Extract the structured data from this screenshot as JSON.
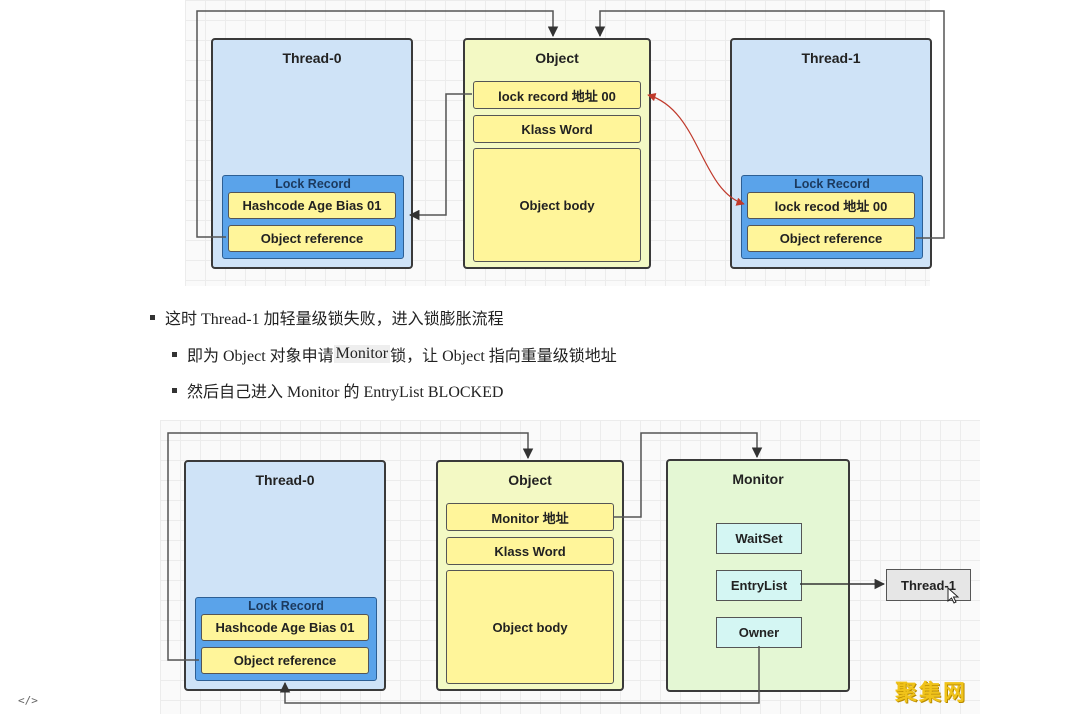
{
  "top_diagram": {
    "thread0": {
      "title": "Thread-0",
      "lock_record_title": "Lock Record",
      "field1": "Hashcode Age Bias 01",
      "field2": "Object reference"
    },
    "object": {
      "title": "Object",
      "field1": "lock  record 地址 00",
      "field2": "Klass Word",
      "body": "Object body"
    },
    "thread1": {
      "title": "Thread-1",
      "lock_record_title": "Lock Record",
      "field1": "lock recod 地址 00",
      "field2": "Object reference"
    }
  },
  "bullets": {
    "b1": "这时 Thread-1 加轻量级锁失败，进入锁膨胀流程",
    "b2_pre": "即为 Object 对象申请 ",
    "b2_hl": "Monitor",
    "b2_post": " 锁，让 Object 指向重量级锁地址",
    "b3": "然后自己进入 Monitor 的 EntryList BLOCKED"
  },
  "bottom_diagram": {
    "thread0": {
      "title": "Thread-0",
      "lock_record_title": "Lock Record",
      "field1": "Hashcode Age Bias 01",
      "field2": "Object reference"
    },
    "object": {
      "title": "Object",
      "field1": "Monitor 地址",
      "field2": "Klass Word",
      "body": "Object body"
    },
    "monitor": {
      "title": "Monitor",
      "waitset": "WaitSet",
      "entrylist": "EntryList",
      "owner": "Owner"
    },
    "waiting_thread": "Thread-1"
  },
  "watermark": "聚集网",
  "colors": {
    "thread_fill": "#cfe3f7",
    "object_fill": "#f3f9c4",
    "monitor_fill": "#e4f7d4",
    "lock_record_fill": "#5aa3ea",
    "field_fill": "#fff59a",
    "monitor_field_fill": "#d4f6f3",
    "arrow_red": "#c0392b"
  },
  "icons": {
    "code_icon": "code-brackets-icon",
    "cursor_icon": "mouse-cursor-icon"
  }
}
